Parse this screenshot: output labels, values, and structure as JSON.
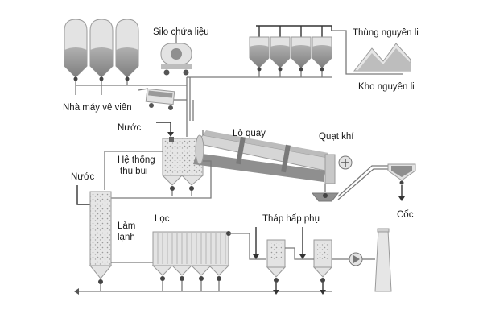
{
  "labels": {
    "silo": "Silo chứa liệu",
    "raw_bins": "Thùng nguyên li",
    "raw_store": "Kho nguyên li",
    "pellet_plant": "Nhà máy vê viên",
    "water_top": "Nước",
    "kiln": "Lò quay",
    "fan": "Quạt khí",
    "dust_system_line1": "Hệ thống",
    "dust_system_line2": "thu bụi",
    "water_left": "Nước",
    "cooling_line1": "Làm",
    "cooling_line2": "lạnh",
    "filter": "Lọc",
    "adsorption_tower": "Tháp hấp phụ",
    "coke": "Cốc"
  },
  "colors": {
    "equipment_fill": "#e3e3e3",
    "material_fill": "#8f8f8f",
    "pipe": "#7a7a7a",
    "text": "#1a1a1a"
  },
  "icons": [
    "silo-icon",
    "tank-truck-icon",
    "conveyor-icon",
    "rotary-kiln-icon",
    "fan-icon",
    "pump-icon",
    "chimney-icon"
  ]
}
